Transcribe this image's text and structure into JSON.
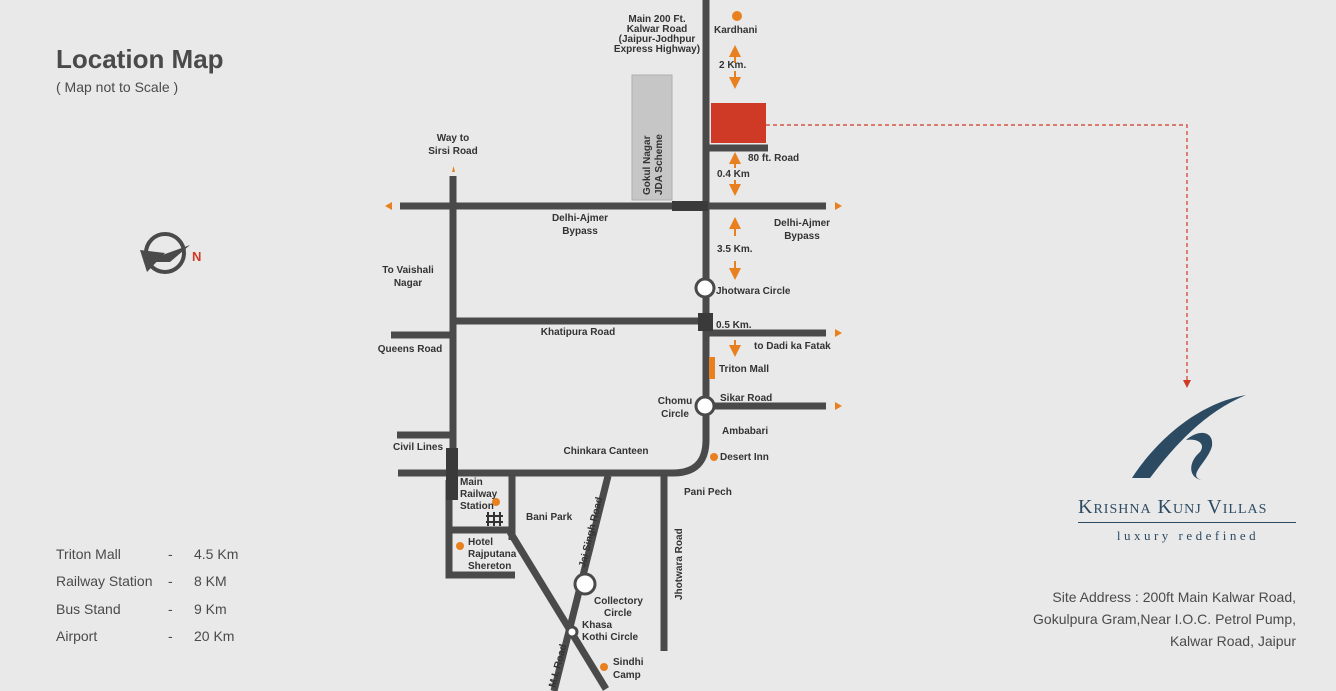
{
  "header": {
    "title": "Location Map",
    "subtitle": "( Map not to Scale )"
  },
  "compass": {
    "label": "N",
    "icon": "compass-icon"
  },
  "map": {
    "labels": {
      "main_road_1": "Main 200 Ft.",
      "main_road_2": "Kalwar Road",
      "main_road_3": "(Jaipur-Jodhpur",
      "main_road_4": "Express Highway)",
      "kardhani": "Kardhani",
      "km2": "2 Km.",
      "gokul_1": "Gokul Nagar",
      "gokul_2": "JDA Scheme",
      "road80": "80 ft. Road",
      "km04": "0.4 Km",
      "way_sirsi_1": "Way to",
      "way_sirsi_2": "Sirsi Road",
      "bypass_w_1": "Delhi-Ajmer",
      "bypass_w_2": "Bypass",
      "bypass_e_1": "Delhi-Ajmer",
      "bypass_e_2": "Bypass",
      "km35": "3.5 Km.",
      "vaishali_1": "To Vaishali",
      "vaishali_2": "Nagar",
      "jhotwara_circle": "Jhotwara Circle",
      "khatipura": "Khatipura Road",
      "km05": "0.5 Km.",
      "queens": "Queens Road",
      "dadi": "to Dadi ka Fatak",
      "triton": "Triton Mall",
      "chomu_1": "Chomu",
      "chomu_2": "Circle",
      "sikar": "Sikar Road",
      "ambabari": "Ambabari",
      "civil": "Civil Lines",
      "chinkara": "Chinkara Canteen",
      "desert": "Desert Inn",
      "station_1": "Main",
      "station_2": "Railway",
      "station_3": "Station",
      "panipech": "Pani Pech",
      "banipark": "Bani Park",
      "jaisingh": "Jai Singh Road",
      "hotel_1": "Hotel",
      "hotel_2": "Rajputana",
      "hotel_3": "Shereton",
      "jhotwara_road": "Jhotwara Road",
      "collectory_1": "Collectory",
      "collectory_2": "Circle",
      "khasa_1": "Khasa",
      "khasa_2": "Kothi Circle",
      "mi_road": "M.I. Road",
      "sindhi_1": "Sindhi",
      "sindhi_2": "Camp"
    }
  },
  "distances": [
    {
      "name": "Triton Mall",
      "sep": "-",
      "value": "4.5 Km"
    },
    {
      "name": "Railway Station",
      "sep": "-",
      "value": "8 KM"
    },
    {
      "name": "Bus Stand",
      "sep": "-",
      "value": "9 Km"
    },
    {
      "name": "Airport",
      "sep": "-",
      "value": "20 Km"
    }
  ],
  "brand": {
    "name": "Krishna Kunj Villas",
    "tagline": "luxury redefined"
  },
  "address": {
    "line1": "Site Address : 200ft Main Kalwar Road,",
    "line2": "Gokulpura Gram,Near I.O.C. Petrol Pump,",
    "line3": "Kalwar Road, Jaipur"
  },
  "colors": {
    "road": "#4a4a4a",
    "accent": "#e8801f",
    "site": "#cf3a27",
    "brand": "#2c4b63",
    "background": "#e9e9e9"
  }
}
